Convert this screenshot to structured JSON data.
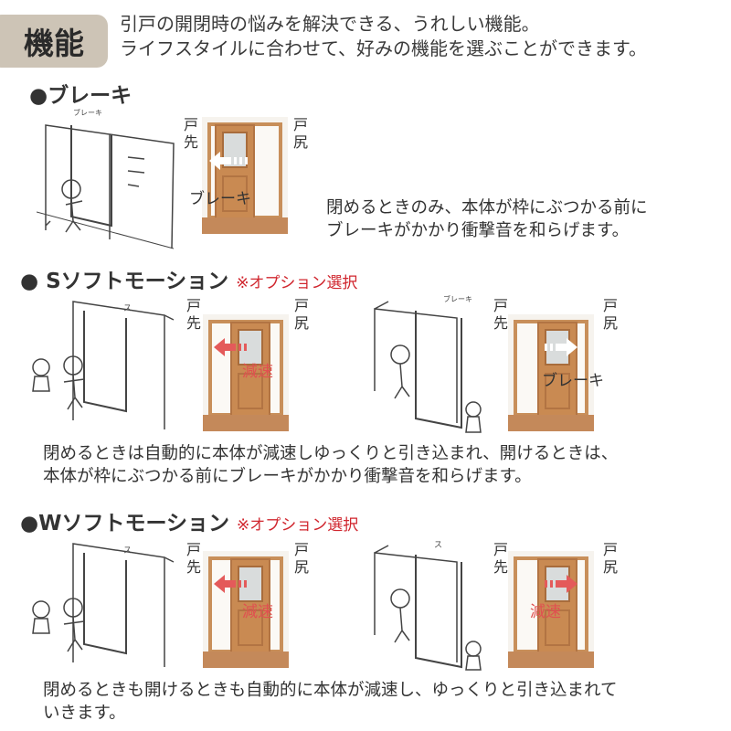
{
  "header": {
    "badge": "機能",
    "intro_line1": "引戸の開閉時の悩みを解決できる、うれしい機能。",
    "intro_line2": "ライフスタイルに合わせて、好みの機能を選ぶことができます。"
  },
  "labels": {
    "door_tip": "戸先",
    "door_tail": "戸尻",
    "brake": "ブレーキ",
    "slow": "減速",
    "sketch_brake": "ブレーキ",
    "sketch_su": "ス"
  },
  "brake": {
    "title": "●ブレーキ",
    "desc_line1": "閉めるときのみ、本体が枠にぶつかる前に",
    "desc_line2": "ブレーキがかかり衝撃音を和らげます。"
  },
  "s_soft": {
    "title": "● Sソフトモーション",
    "note": "※オプション選択",
    "desc_line1": "閉めるときは自動的に本体が減速しゆっくりと引き込まれ、開けるときは、",
    "desc_line2": "本体が枠にぶつかる前にブレーキがかかり衝撃音を和らげます。"
  },
  "w_soft": {
    "title": "●Wソフトモーション",
    "note": "※オプション選択",
    "desc_line1": "閉めるときも開けるときも自動的に本体が減速し、ゆっくりと引き込まれて",
    "desc_line2": "いきます。"
  },
  "colors": {
    "badge": "#cdc4b6",
    "accent_red": "#d0262e",
    "wood": "#c98a52"
  }
}
